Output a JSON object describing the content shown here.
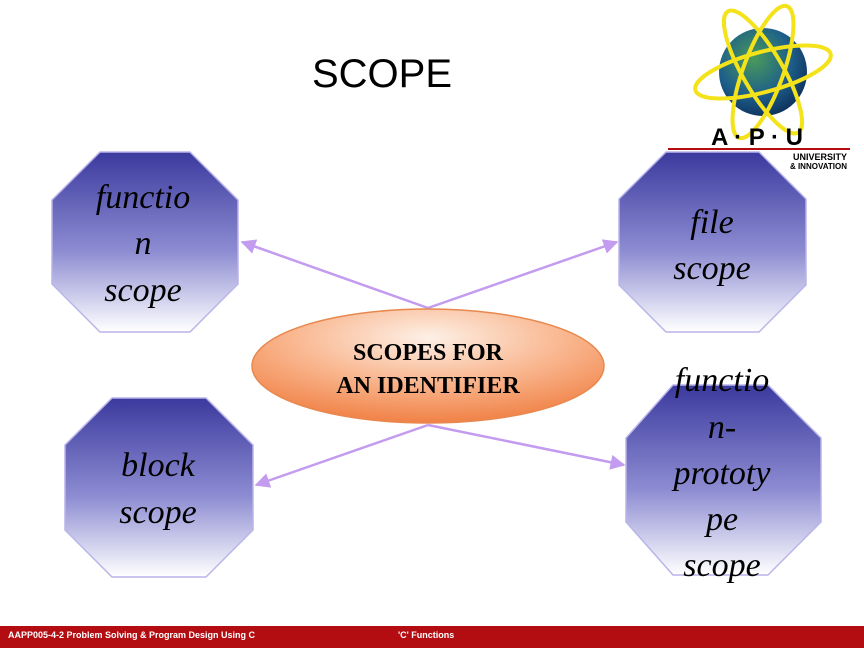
{
  "title": "SCOPE",
  "center": {
    "line1": "SCOPES FOR",
    "line2": "AN IDENTIFIER"
  },
  "nodes": {
    "function_scope": [
      "functio",
      "n",
      "scope"
    ],
    "file_scope": [
      "file",
      "scope"
    ],
    "block_scope": [
      "block",
      "scope"
    ],
    "prototype_scope": [
      "functio",
      "n-",
      "prototy",
      "pe",
      "scope"
    ]
  },
  "logo": {
    "letters": "A · P · U",
    "line1": "UNIVERSITY",
    "line2": "& INNOVATION"
  },
  "footer": {
    "course": "AAPP005-4-2 Problem Solving & Program Design Using C",
    "topic": "'C' Functions"
  },
  "colors": {
    "octagon_top": "#3b3a9e",
    "octagon_bottom": "#ffffff",
    "ellipse_top": "#fbe8dc",
    "ellipse_bottom": "#f08a52",
    "arrow": "#c39bef",
    "footer": "#b30d12"
  }
}
